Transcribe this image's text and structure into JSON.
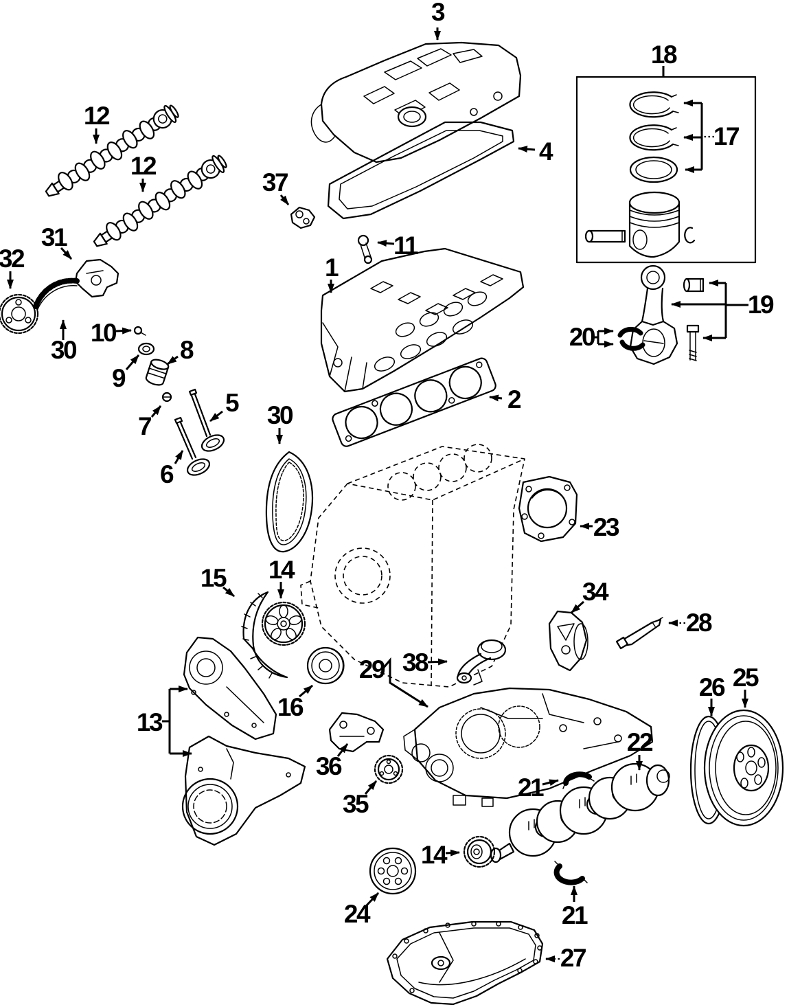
{
  "diagram": {
    "background_color": "#ffffff",
    "line_color": "#000000",
    "label_color": "#000000",
    "callouts": {
      "c1": {
        "label": "1",
        "part": "cylinder-head"
      },
      "c2": {
        "label": "2",
        "part": "head-gasket"
      },
      "c3": {
        "label": "3",
        "part": "valve-cover"
      },
      "c4": {
        "label": "4",
        "part": "valve-cover-gasket"
      },
      "c5": {
        "label": "5",
        "part": "valve"
      },
      "c6": {
        "label": "6",
        "part": "valve"
      },
      "c7": {
        "label": "7",
        "part": "valve-keeper"
      },
      "c8": {
        "label": "8",
        "part": "valve-lifter"
      },
      "c9": {
        "label": "9",
        "part": "valve-stem-seal"
      },
      "c10": {
        "label": "10",
        "part": "retainer-clip"
      },
      "c11": {
        "label": "11",
        "part": "head-bolt"
      },
      "c12a": {
        "label": "12",
        "part": "camshaft"
      },
      "c12b": {
        "label": "12",
        "part": "camshaft"
      },
      "c13": {
        "label": "13",
        "part": "timing-covers"
      },
      "c14a": {
        "label": "14",
        "part": "camshaft-sprocket"
      },
      "c14b": {
        "label": "14",
        "part": "crankshaft-sprocket"
      },
      "c15": {
        "label": "15",
        "part": "belt-guard"
      },
      "c16": {
        "label": "16",
        "part": "idler-pulley"
      },
      "c17": {
        "label": "17",
        "part": "piston-rings"
      },
      "c18": {
        "label": "18",
        "part": "piston-kit"
      },
      "c19": {
        "label": "19",
        "part": "connecting-rod"
      },
      "c20": {
        "label": "20",
        "part": "rod-bearings"
      },
      "c21a": {
        "label": "21",
        "part": "main-bearing-upper"
      },
      "c21b": {
        "label": "21",
        "part": "main-bearing-lower"
      },
      "c22": {
        "label": "22",
        "part": "crankshaft"
      },
      "c23": {
        "label": "23",
        "part": "rear-seal-retainer"
      },
      "c24": {
        "label": "24",
        "part": "pulley"
      },
      "c25": {
        "label": "25",
        "part": "crankshaft-damper"
      },
      "c26": {
        "label": "26",
        "part": "damper-ring"
      },
      "c27": {
        "label": "27",
        "part": "oil-pan"
      },
      "c28": {
        "label": "28",
        "part": "sealant-tube"
      },
      "c29": {
        "label": "29",
        "part": "oil-pump-assembly"
      },
      "c30a": {
        "label": "30",
        "part": "timing-chain"
      },
      "c30b": {
        "label": "30",
        "part": "timing-belt"
      },
      "c31": {
        "label": "31",
        "part": "chain-tensioner"
      },
      "c32": {
        "label": "32",
        "part": "chain-sprocket"
      },
      "c34": {
        "label": "34",
        "part": "balance-shaft-support"
      },
      "c35": {
        "label": "35",
        "part": "balance-sprocket"
      },
      "c36": {
        "label": "36",
        "part": "mount-bracket"
      },
      "c37": {
        "label": "37",
        "part": "cover-bracket"
      },
      "c38": {
        "label": "38",
        "part": "oil-pickup-tube"
      }
    }
  }
}
